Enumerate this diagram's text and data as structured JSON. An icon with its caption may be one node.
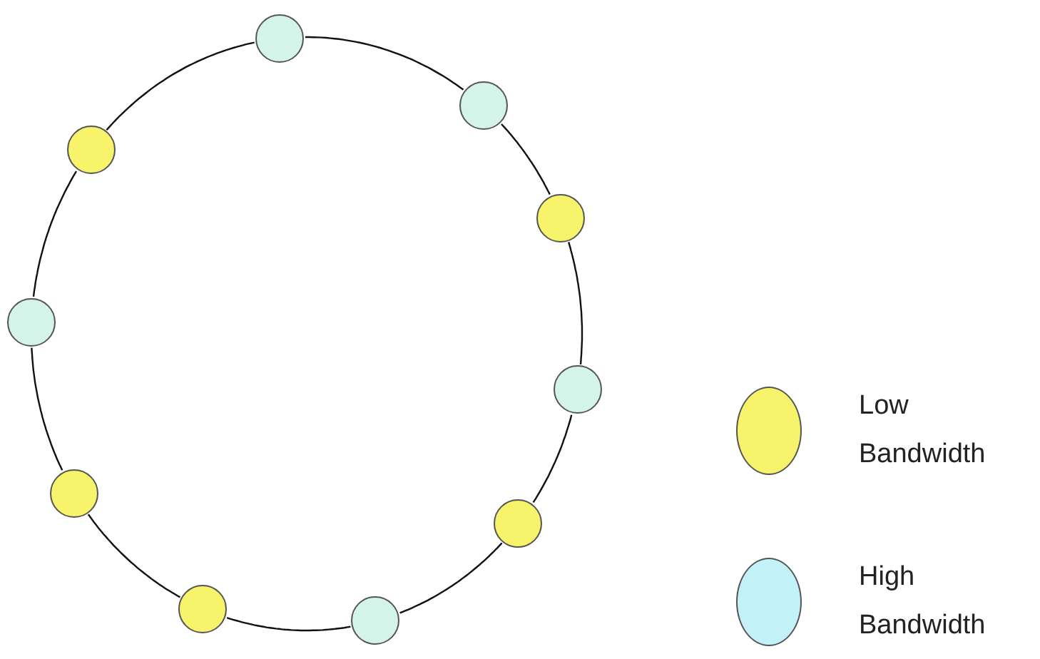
{
  "diagram": {
    "nodes": [
      {
        "text": [],
        "shape": "circle"
      },
      {
        "text": [],
        "shape": "circle"
      },
      {
        "text": [],
        "shape": "circle"
      },
      {
        "text": [],
        "shape": "circle"
      },
      {
        "text": [],
        "shape": "circle"
      },
      {
        "text": [],
        "shape": "circle"
      },
      {
        "text": [],
        "shape": "circle"
      },
      {
        "text": [],
        "shape": "circle"
      },
      {
        "text": [],
        "shape": "circle"
      },
      {
        "text": [],
        "shape": "circle"
      }
    ],
    "edges": [
      {
        "from": 0,
        "to": 1,
        "arrow": "none"
      },
      {
        "from": 1,
        "to": 2,
        "arrow": "none"
      },
      {
        "from": 2,
        "to": 3,
        "arrow": "none"
      },
      {
        "from": 3,
        "to": 4,
        "arrow": "none"
      },
      {
        "from": 4,
        "to": 5,
        "arrow": "none"
      },
      {
        "from": 5,
        "to": 6,
        "arrow": "none"
      },
      {
        "from": 6,
        "to": 7,
        "arrow": "none"
      },
      {
        "from": 7,
        "to": 8,
        "arrow": "none"
      },
      {
        "from": 8,
        "to": 9,
        "arrow": "none"
      },
      {
        "from": 9,
        "to": 0,
        "arrow": "none"
      }
    ],
    "legend": [
      {
        "text": "Low Bandwidth",
        "color": "#f7f36a"
      },
      {
        "text": "High Bandwidth",
        "color": "#c2f2f8"
      }
    ]
  }
}
